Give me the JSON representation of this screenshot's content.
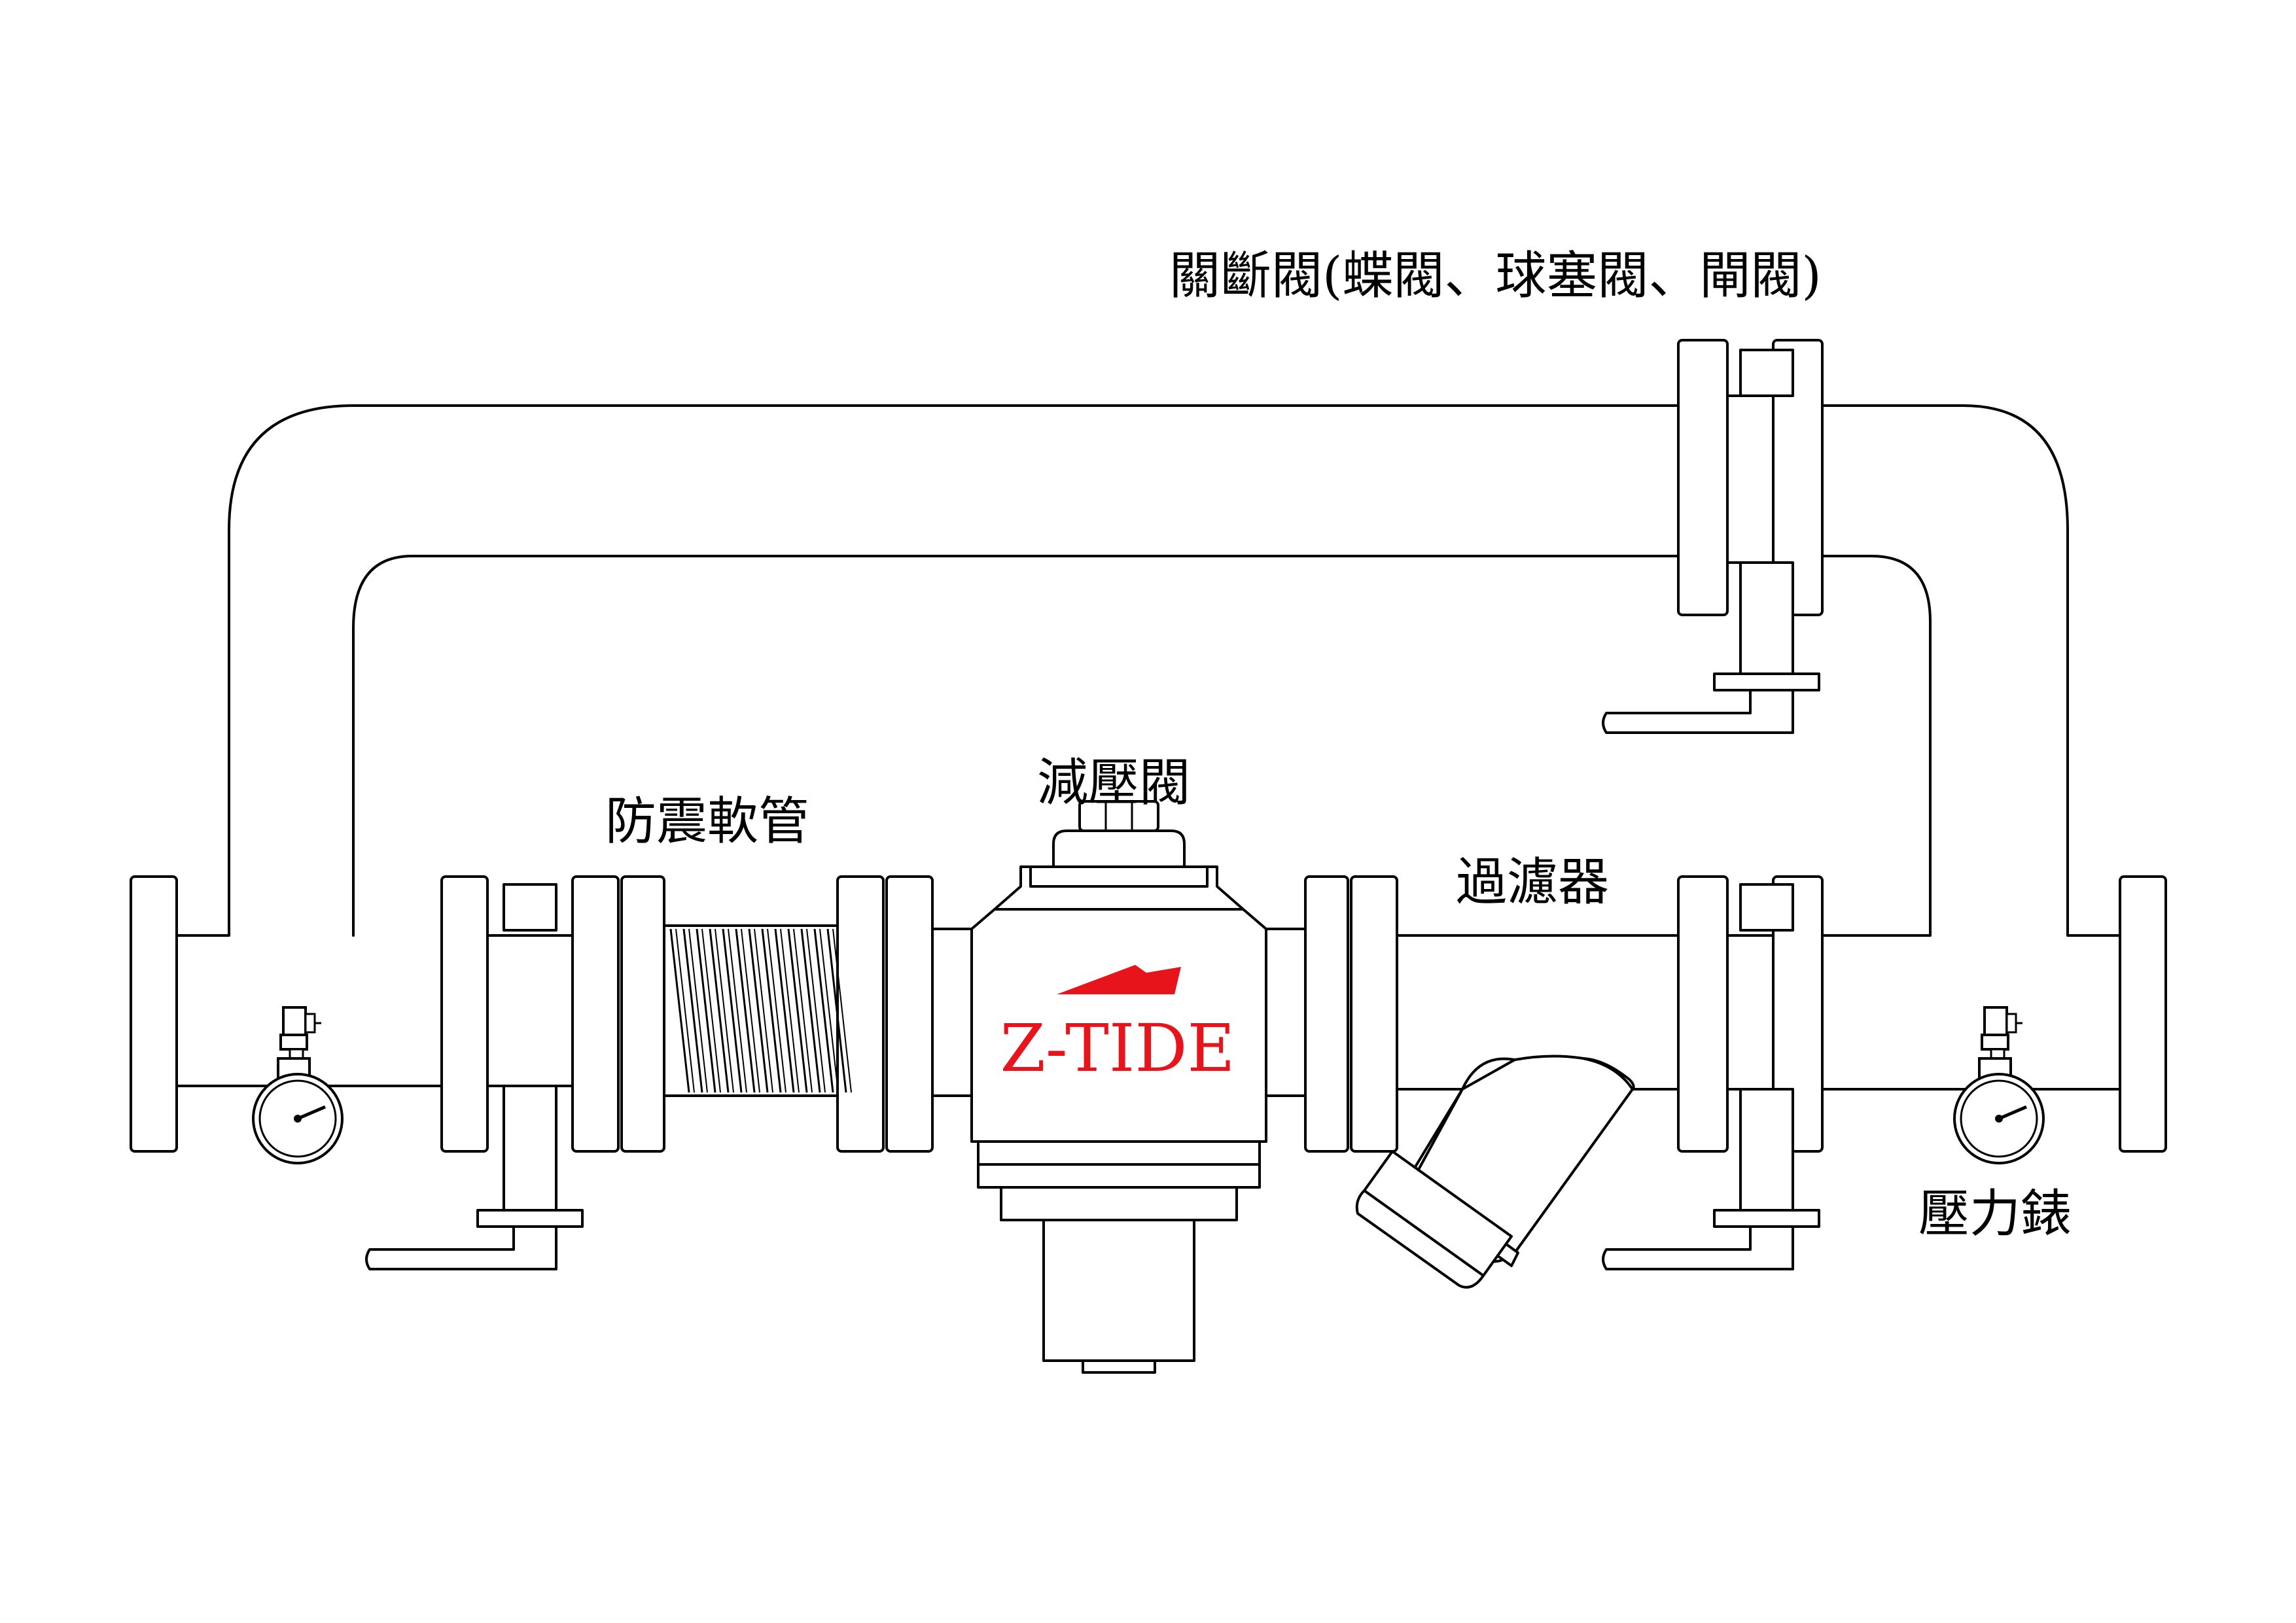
{
  "labels": {
    "shutoff_valve": "關斷閥(蝶閥、球塞閥、閘閥)",
    "flexible_hose": "防震軟管",
    "pressure_reducing_valve": "減壓閥",
    "strainer": "過濾器",
    "pressure_gauge": "壓力錶"
  },
  "brand": {
    "name": "Z-TIDE",
    "color": "#e8141b"
  },
  "colors": {
    "line": "#000000",
    "background": "#ffffff"
  }
}
